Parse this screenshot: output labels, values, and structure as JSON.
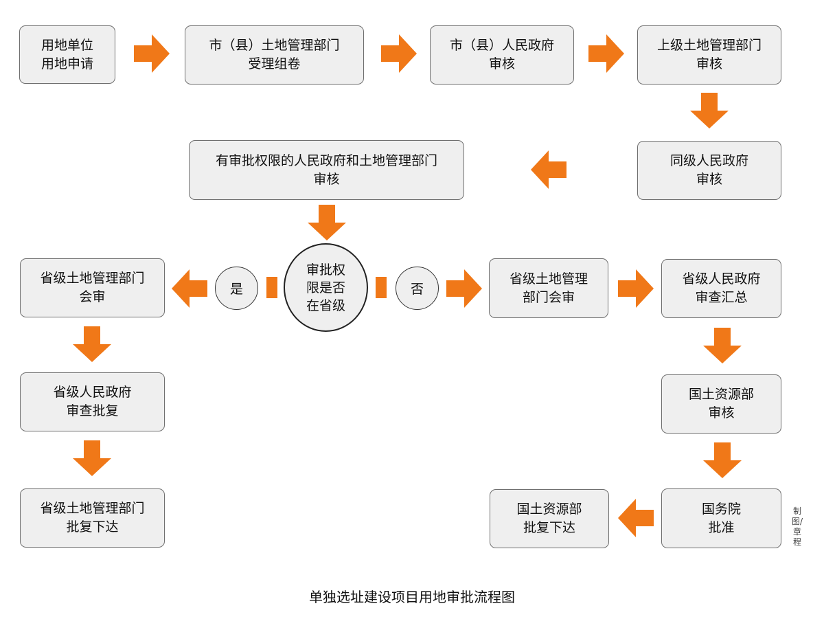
{
  "diagram": {
    "title": "单独选址建设项目用地审批流程图",
    "credit": "制图/章程",
    "accent_color": "#f07818",
    "nodes": {
      "apply": [
        "用地单位",
        "用地申请"
      ],
      "city_land": [
        "市（县）土地管理部门",
        "受理组卷"
      ],
      "city_gov": [
        "市（县）人民政府",
        "审核"
      ],
      "upper_land": [
        "上级土地管理部门",
        "审核"
      ],
      "same_gov": [
        "同级人民政府",
        "审核"
      ],
      "authorized": [
        "有审批权限的人民政府和土地管理部门",
        "审核"
      ],
      "decision": [
        "审批权",
        "限是否",
        "在省级"
      ],
      "yes": "是",
      "no": "否",
      "prov_land_joint_left": [
        "省级土地管理部门",
        "会审"
      ],
      "prov_gov_approve": [
        "省级人民政府",
        "审查批复"
      ],
      "prov_land_issue": [
        "省级土地管理部门",
        "批复下达"
      ],
      "prov_land_joint_right": [
        "省级土地管理",
        "部门会审"
      ],
      "prov_gov_summary": [
        "省级人民政府",
        "审查汇总"
      ],
      "mlr_review": [
        "国土资源部",
        "审核"
      ],
      "state_council": [
        "国务院",
        "批准"
      ],
      "mlr_issue": [
        "国土资源部",
        "批复下达"
      ]
    }
  }
}
